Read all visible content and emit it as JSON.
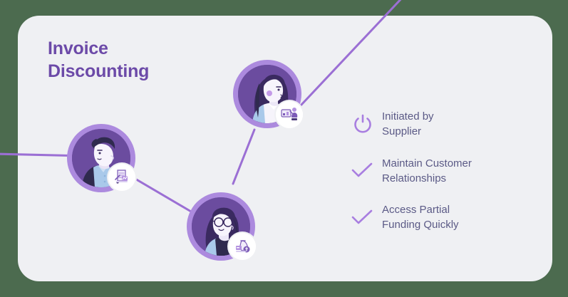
{
  "card": {
    "background_color": "#eff0f3",
    "corner_radius": 30
  },
  "palette": {
    "title_purple": "#6c4aa8",
    "accent_purple": "#a87ee0",
    "line_purple": "#9b6fd4",
    "avatar_ring": "#ac8ade",
    "avatar_fill": "#6b4c9f",
    "body_text": "#5b5a86",
    "skin": "#f4f1fb",
    "hair_dark": "#2f2a4e",
    "shirt_blue": "#a9c9ea",
    "badge_white": "#ffffff"
  },
  "header": {
    "title": "Invoice\nDiscounting"
  },
  "diagram": {
    "nodes": [
      {
        "name": "supplier",
        "icon": "avatar-woman-dark-hair",
        "badge_icon": "presentation-chart-badge-icon"
      },
      {
        "name": "customer",
        "icon": "avatar-man-short-hair",
        "badge_icon": "invoice-document-badge-icon"
      },
      {
        "name": "financier",
        "icon": "avatar-woman-glasses",
        "badge_icon": "money-funding-badge-icon"
      }
    ],
    "connectors": [
      {
        "name": "supplier-to-offscreen-top-right"
      },
      {
        "name": "offscreen-left-to-customer"
      },
      {
        "name": "customer-to-financier"
      },
      {
        "name": "financier-to-supplier"
      }
    ]
  },
  "features": [
    {
      "icon": "power-icon",
      "label": "Initiated by\nSupplier"
    },
    {
      "icon": "check-icon",
      "label": "Maintain Customer\nRelationships"
    },
    {
      "icon": "check-icon",
      "label": "Access Partial\nFunding Quickly"
    }
  ]
}
